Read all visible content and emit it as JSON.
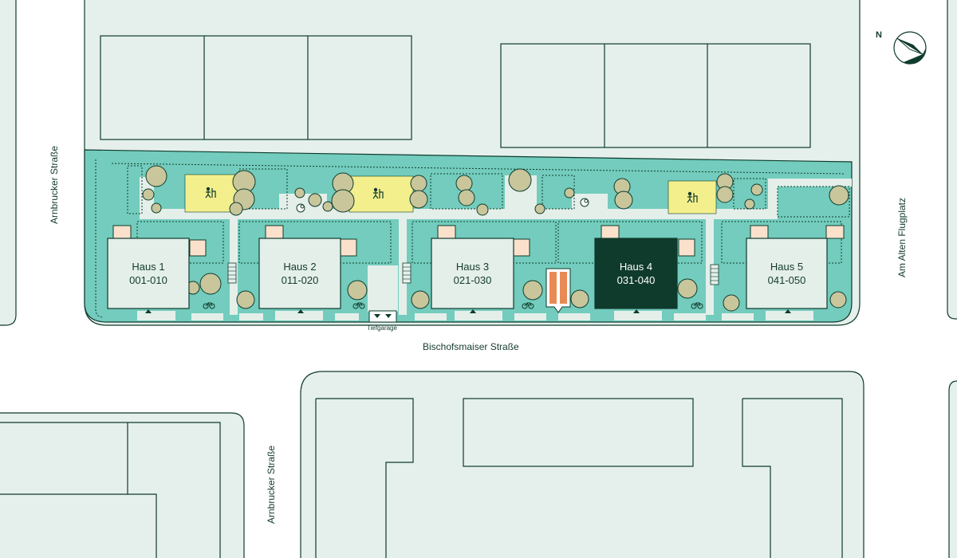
{
  "streets": {
    "arnbrucker_top": "Arnbrucker Straße",
    "arnbrucker_bottom": "Arnbrucker Straße",
    "bischofsmaiser": "Bischofsmaiser Straße",
    "am_alten_flugplatz": "Am Alten Flugplatz"
  },
  "garage_label": "Tiefgarage",
  "north_label": "N",
  "houses": [
    {
      "name": "Haus 1",
      "units": "001-010",
      "selected": false
    },
    {
      "name": "Haus 2",
      "units": "011-020",
      "selected": false
    },
    {
      "name": "Haus 3",
      "units": "021-030",
      "selected": false
    },
    {
      "name": "Haus 4",
      "units": "031-040",
      "selected": true
    },
    {
      "name": "Haus 5",
      "units": "041-050",
      "selected": false
    }
  ],
  "colors": {
    "background": "#ffffff",
    "block": "#e5f0ec",
    "site": "#73ccbd",
    "building": "#e4efea",
    "selected_building": "#0f3b2c",
    "outline": "#0f3b2c",
    "tree": "#c9c69c",
    "playground": "#f3ef8c",
    "terrace": "#fbe1cc",
    "feature": "#e98a55"
  },
  "icons": [
    "north-arrow-icon",
    "playground-icon",
    "bicycle-icon",
    "entrance-arrow-icon",
    "bench-icon",
    "tree-icon"
  ]
}
